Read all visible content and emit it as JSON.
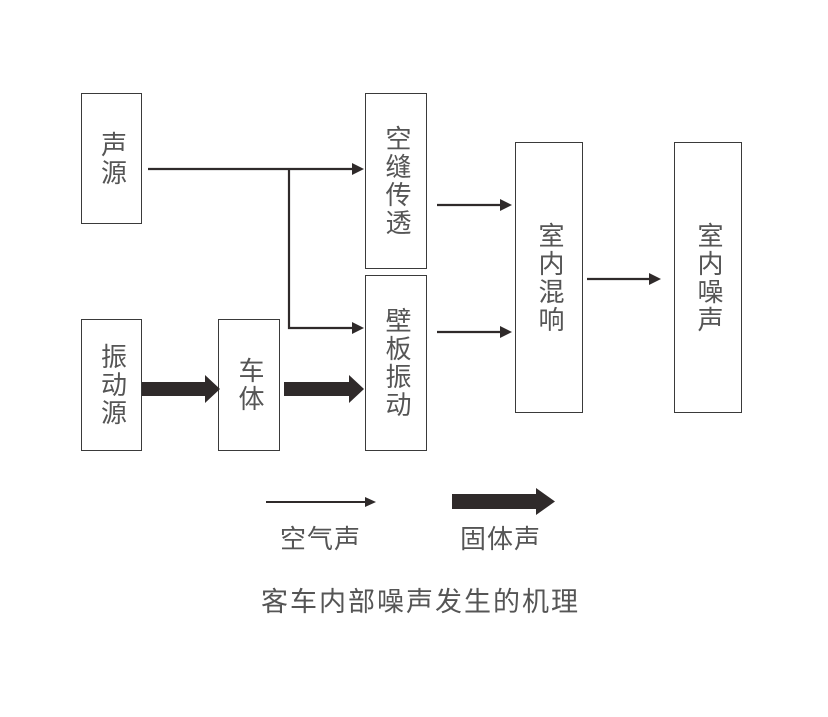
{
  "nodes": {
    "sound_source": "声源",
    "vibration_source": "振动源",
    "car_body": "车体",
    "gap_transmission": "空缝传透",
    "panel_vibration": "壁板振动",
    "interior_reverberation": "室内混响",
    "interior_noise": "室内噪声"
  },
  "legend": {
    "airborne": "空气声",
    "structure_borne": "固体声"
  },
  "caption": "客车内部噪声发生的机理",
  "colors": {
    "line": "#2f2a2a",
    "text": "#555555",
    "border": "#3a3a3a"
  }
}
